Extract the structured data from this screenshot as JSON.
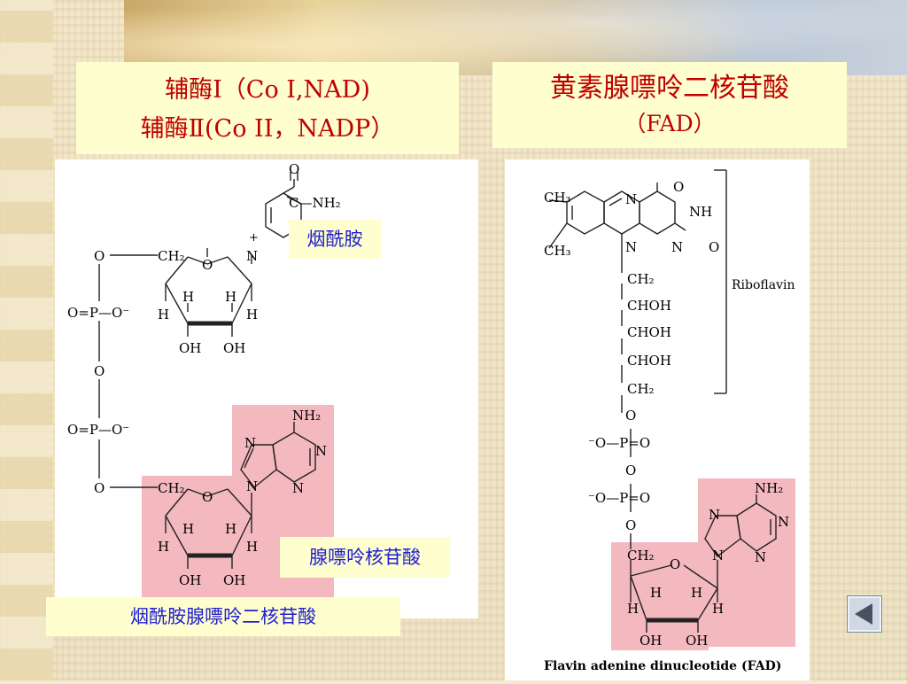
{
  "title_left": {
    "line1": "辅酶Ⅰ（Co I,NAD)",
    "line2": "辅酶Ⅱ(Co II，NADP）"
  },
  "title_right": {
    "line1": "黄素腺嘌呤二核苷酸",
    "line2": "（FAD）"
  },
  "labels": {
    "nicotinamide": "烟酰胺",
    "adenosine": "腺嘌呤核苷酸",
    "nad_name": "烟酰胺腺嘌呤二核苷酸"
  },
  "nad_structure": {
    "o_top": "O",
    "amide_c": "C—NH₂",
    "n_plus": "N",
    "plus": "+",
    "o1": "O",
    "ch2_1": "CH₂",
    "ring_o1": "O",
    "h1": "H",
    "h2": "H",
    "h3": "H",
    "h4": "H",
    "oh1": "OH",
    "oh2": "OH",
    "p1": "O=P—O⁻",
    "bridge_o": "O",
    "p2": "O=P—O⁻",
    "o2": "O",
    "ch2_2": "CH₂",
    "ring_o2": "O",
    "nh2": "NH₂",
    "n1": "N",
    "n2": "N",
    "n3": "N",
    "n4": "N",
    "h5": "H",
    "h6": "H",
    "h7": "H",
    "h8": "H",
    "oh3": "OH",
    "oh4": "OH"
  },
  "fad_structure": {
    "ch3_top": "CH₃",
    "ch3_bottom": "CH₃",
    "n_a": "N",
    "n_b": "N",
    "n_c": "N",
    "o_top": "O",
    "nh": "NH",
    "o_right": "O",
    "ch2_a": "CH₂",
    "choh1": "CHOH",
    "choh2": "CHOH",
    "choh3": "CHOH",
    "ch2_b": "CH₂",
    "riboflavin": "Riboflavin",
    "o1": "O",
    "p1": "⁻O—P=O",
    "o2": "O",
    "p2": "⁻O—P=O",
    "o3": "O",
    "ch2_c": "CH₂",
    "ring_o": "O",
    "nh2": "NH₂",
    "n1": "N",
    "n2": "N",
    "n3": "N",
    "n4": "N",
    "h1": "H",
    "h2": "H",
    "h3": "H",
    "h4": "H",
    "oh1": "OH",
    "oh2": "OH",
    "caption": "Flavin adenine dinucleotide (FAD)"
  },
  "colors": {
    "title_red": "#c00000",
    "label_blue": "#1f1fd0",
    "highlight_pink": "#f4b8bf",
    "box_yellow": "#fffecf"
  },
  "nav": {
    "icon": "left-triangle-icon"
  }
}
